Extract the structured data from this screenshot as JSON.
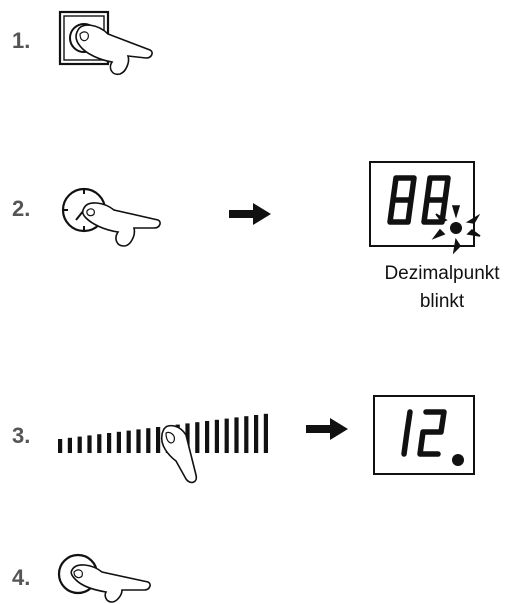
{
  "steps": [
    {
      "number": "1.",
      "icon": "power-button-icon",
      "action": "press"
    },
    {
      "number": "2.",
      "icon": "timer-clock-icon",
      "action": "press"
    },
    {
      "number": "3.",
      "icon": "slider-bar-icon",
      "action": "tap-slider"
    },
    {
      "number": "4.",
      "icon": "round-button-icon",
      "action": "press"
    }
  ],
  "display_step2": {
    "digits": "88",
    "decimal_point": "blinking"
  },
  "display_step3": {
    "digits": "12",
    "decimal_point": "on"
  },
  "caption": {
    "line1": "Dezimalpunkt",
    "line2": "blinkt"
  },
  "colors": {
    "ink": "#111111",
    "number": "#555555",
    "background": "#ffffff"
  }
}
